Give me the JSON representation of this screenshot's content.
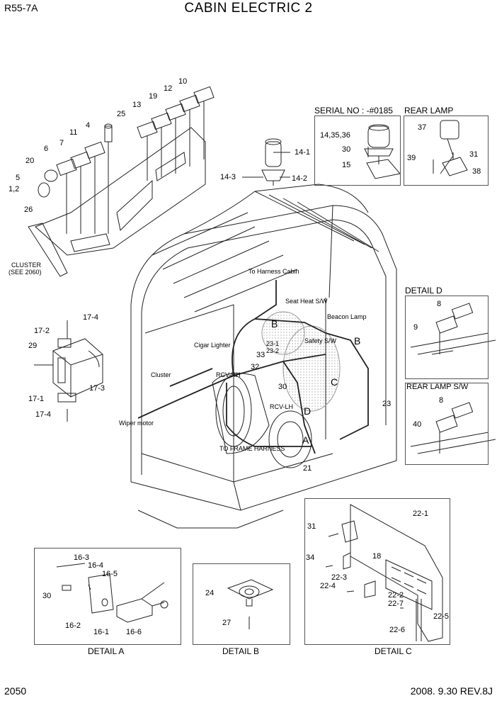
{
  "header": {
    "model": "R55-7A",
    "title": "CABIN ELECTRIC 2"
  },
  "footer": {
    "page": "2050",
    "date_rev": "2008. 9.30  REV.8J"
  },
  "main_callouts": {
    "c10": "10",
    "c12": "12",
    "c19": "19",
    "c13": "13",
    "c25": "25",
    "c4": "4",
    "c11": "11",
    "c7": "7",
    "c6": "6",
    "c20": "20",
    "c5": "5",
    "c12b": "1,2",
    "c26": "26",
    "c14_1": "14-1",
    "c14_2": "14-2",
    "c14_3": "14-3",
    "c17_4a": "17-4",
    "c17_2": "17-2",
    "c29": "29",
    "c17_3": "17-3",
    "c17_1": "17-1",
    "c17_4b": "17-4",
    "c32": "32",
    "c33": "33",
    "c23_1": "23-1",
    "c23_2": "23-2",
    "c30": "30",
    "c23": "23",
    "c21": "21"
  },
  "letters": {
    "A": "A",
    "B1": "B",
    "B2": "B",
    "C": "C",
    "D": "D"
  },
  "annotations": {
    "cluster": "CLUSTER",
    "see2060": "(SEE 2060)",
    "to_harness_cabin": "To Harness Cabin",
    "seat_heat": "Seat Heat S/W",
    "beacon_lamp": "Beacon Lamp",
    "safety_sw": "Safety S/W",
    "cigar_lighter": "Cigar Lighter",
    "cluster_small": "Cluster",
    "rcv_rh": "RCV-RH",
    "rcv_lh": "RCV-LH",
    "wiper_motor": "Wiper motor",
    "to_frame_harness": "TO FRAME HARNESS"
  },
  "serial_box": {
    "title": "SERIAL NO : -#0185",
    "c14_35_36": "14,35,36",
    "c30": "30",
    "c15": "15"
  },
  "rear_lamp_box": {
    "title": "REAR LAMP",
    "c37": "37",
    "c39": "39",
    "c31": "31",
    "c38": "38"
  },
  "detail_d": {
    "title": "DETAIL D",
    "c8": "8",
    "c9": "9"
  },
  "rear_lamp_sw": {
    "title": "REAR LAMP S/W",
    "c8": "8",
    "c40": "40"
  },
  "detail_a": {
    "title": "DETAIL A",
    "c16_3": "16-3",
    "c16_4": "16-4",
    "c16_5": "16-5",
    "c30": "30",
    "c16_2": "16-2",
    "c16_1": "16-1",
    "c16_6": "16-6"
  },
  "detail_b": {
    "title": "DETAIL B",
    "c24": "24",
    "c27": "27"
  },
  "detail_c": {
    "title": "DETAIL C",
    "c22_1": "22-1",
    "c31": "31",
    "c18": "18",
    "c34": "34",
    "c22_3": "22-3",
    "c22_4": "22-4",
    "c22_2": "22-2",
    "c22_7": "22-7",
    "c22_5": "22-5",
    "c22_6": "22-6"
  },
  "colors": {
    "line": "#222222",
    "hatch": "#9a9a9a",
    "box": "#555555"
  }
}
